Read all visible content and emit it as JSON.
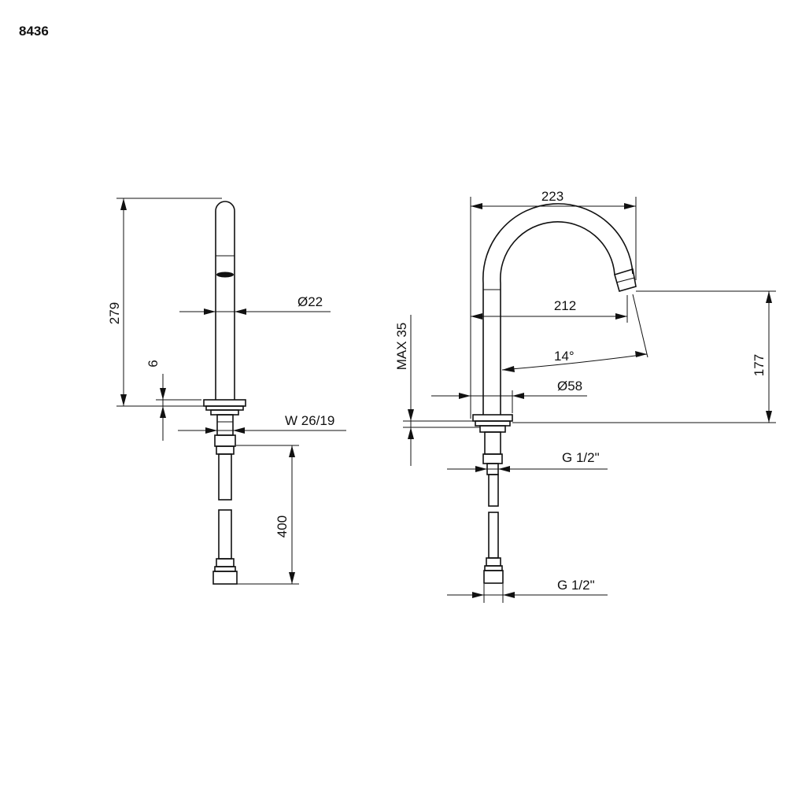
{
  "product_code": "8436",
  "side_view": {
    "dim_height": "279",
    "dim_diameter": "Ø22",
    "dim_base": "6",
    "dim_wrench": "W 26/19",
    "dim_hose": "400"
  },
  "front_view": {
    "dim_reach": "223",
    "dim_spout_reach": "212",
    "dim_angle": "14°",
    "dim_base_diameter": "Ø58",
    "dim_max": "MAX 35",
    "dim_height": "177",
    "dim_thread_top": "G 1/2\"",
    "dim_thread_bottom": "G 1/2\""
  }
}
